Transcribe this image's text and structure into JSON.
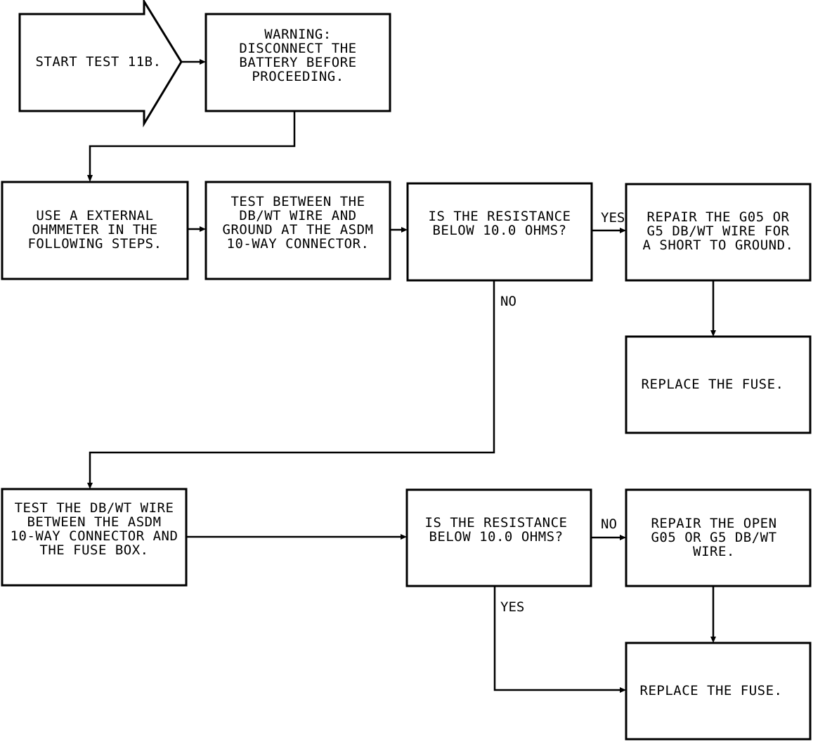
{
  "nodes": {
    "start": {
      "lines": [
        "START TEST 11B."
      ]
    },
    "warning": {
      "lines": [
        "WARNING:",
        "DISCONNECT THE",
        "BATTERY BEFORE",
        "PROCEEDING."
      ]
    },
    "use_ohmmeter": {
      "lines": [
        "USE A EXTERNAL",
        "OHMMETER IN THE",
        "FOLLOWING STEPS."
      ]
    },
    "test_ground": {
      "lines": [
        "TEST BETWEEN THE",
        "DB/WT WIRE AND",
        "GROUND AT THE ASDM",
        "10-WAY CONNECTOR."
      ]
    },
    "question_1": {
      "lines": [
        "IS THE RESISTANCE",
        "BELOW 10.0 OHMS?"
      ]
    },
    "repair_short": {
      "lines": [
        "REPAIR THE G05 OR",
        "G5 DB/WT WIRE FOR",
        "A SHORT TO GROUND."
      ]
    },
    "replace_fuse_1": {
      "lines": [
        "REPLACE THE FUSE."
      ]
    },
    "test_wire": {
      "lines": [
        "TEST THE DB/WT WIRE",
        "BETWEEN THE ASDM",
        "10-WAY CONNECTOR AND",
        "THE FUSE BOX."
      ]
    },
    "question_2": {
      "lines": [
        "IS THE RESISTANCE",
        "BELOW 10.0 OHMS?"
      ]
    },
    "repair_open": {
      "lines": [
        "REPAIR THE OPEN",
        "G05 OR G5 DB/WT",
        "WIRE."
      ]
    },
    "replace_fuse_2": {
      "lines": [
        "REPLACE THE FUSE."
      ]
    }
  },
  "edge_labels": {
    "q1_yes": "YES",
    "q1_no": "NO",
    "q2_no": "NO",
    "q2_yes": "YES"
  }
}
